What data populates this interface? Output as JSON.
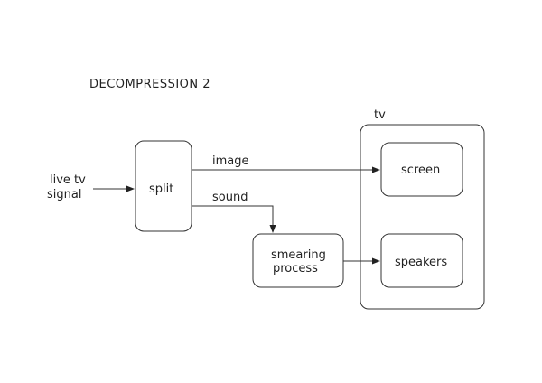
{
  "title": "DECOMPRESSION 2",
  "nodes": {
    "input_label": [
      "live tv",
      "signal"
    ],
    "split": [
      "split"
    ],
    "smearing": [
      "smearing",
      "process"
    ],
    "tv_container": "tv",
    "screen": [
      "screen"
    ],
    "speakers": [
      "speakers"
    ]
  },
  "edges": {
    "image": "image",
    "sound": "sound"
  }
}
